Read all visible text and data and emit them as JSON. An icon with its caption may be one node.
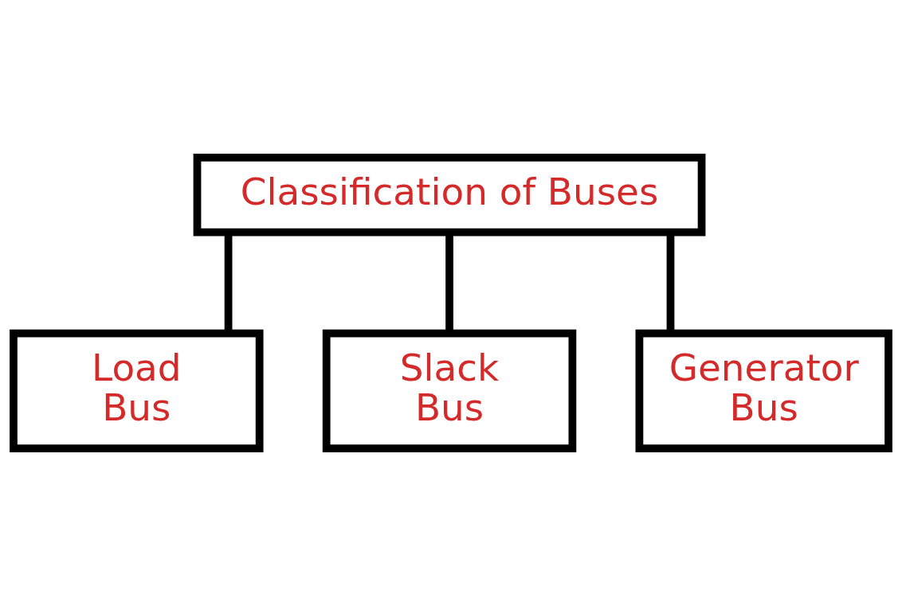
{
  "diagram": {
    "nodes": [
      {
        "text": [
          "Classification of Buses"
        ]
      },
      {
        "text": [
          "Load Bus"
        ]
      },
      {
        "text": [
          "Slack Bus"
        ]
      },
      {
        "text": [
          "Generator Bus"
        ]
      }
    ],
    "edges": [
      {
        "from": 0,
        "to": 1,
        "arrow": "none"
      },
      {
        "from": 0,
        "to": 2,
        "arrow": "none"
      },
      {
        "from": 0,
        "to": 3,
        "arrow": "none"
      }
    ]
  }
}
